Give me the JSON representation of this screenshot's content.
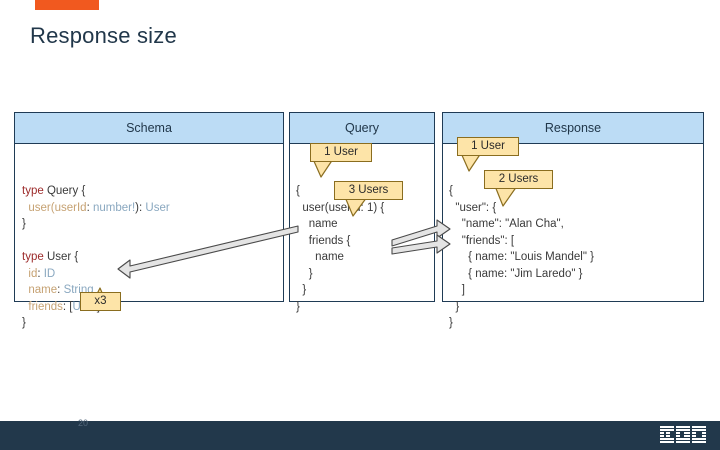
{
  "slide": {
    "title": "Response size",
    "page_number": "20",
    "logo": "ibm-logo",
    "accent_color": "#f1591f",
    "footer_color": "#22384b",
    "header_fill": "#bcdcf5",
    "callout_fill": "#fde4a8",
    "arrow_fill": "#e0e0e0"
  },
  "columns": [
    {
      "id": "schema",
      "header": "Schema",
      "lines": [
        [
          {
            "t": "type ",
            "c": "kw"
          },
          {
            "t": "Query {",
            "c": "pl"
          }
        ],
        [
          {
            "t": "  user",
            "c": "fld"
          },
          {
            "t": "(",
            "c": "fld"
          },
          {
            "t": "userId",
            "c": "fld"
          },
          {
            "t": ": ",
            "c": "pl"
          },
          {
            "t": "number!",
            "c": "typ"
          },
          {
            "t": "): ",
            "c": "pl"
          },
          {
            "t": "User",
            "c": "typ"
          }
        ],
        [
          {
            "t": "}",
            "c": "pl"
          }
        ],
        [
          {
            "t": " ",
            "c": "pl"
          }
        ],
        [
          {
            "t": "type ",
            "c": "kw"
          },
          {
            "t": "User {",
            "c": "pl"
          }
        ],
        [
          {
            "t": "  id",
            "c": "fld"
          },
          {
            "t": ": ",
            "c": "pl"
          },
          {
            "t": "ID",
            "c": "typ"
          }
        ],
        [
          {
            "t": "  name",
            "c": "fld"
          },
          {
            "t": ": ",
            "c": "pl"
          },
          {
            "t": "String",
            "c": "typ"
          }
        ],
        [
          {
            "t": "  friends",
            "c": "fld"
          },
          {
            "t": ": [",
            "c": "pl"
          },
          {
            "t": "User",
            "c": "typ"
          },
          {
            "t": "]",
            "c": "pl"
          }
        ],
        [
          {
            "t": "}",
            "c": "pl"
          }
        ]
      ]
    },
    {
      "id": "query",
      "header": "Query",
      "lines": [
        [
          {
            "t": "{",
            "c": "pl"
          }
        ],
        [
          {
            "t": "  user(userId: 1) {",
            "c": "pl"
          }
        ],
        [
          {
            "t": "    name",
            "c": "pl"
          }
        ],
        [
          {
            "t": "    friends {",
            "c": "pl"
          }
        ],
        [
          {
            "t": "      name",
            "c": "pl"
          }
        ],
        [
          {
            "t": "    }",
            "c": "pl"
          }
        ],
        [
          {
            "t": "  }",
            "c": "pl"
          }
        ],
        [
          {
            "t": "}",
            "c": "pl"
          }
        ]
      ]
    },
    {
      "id": "response",
      "header": "Response",
      "lines": [
        [
          {
            "t": "{",
            "c": "pl"
          }
        ],
        [
          {
            "t": "  \"user\": {",
            "c": "pl"
          }
        ],
        [
          {
            "t": "    \"name\": \"Alan Cha\",",
            "c": "pl"
          }
        ],
        [
          {
            "t": "    \"friends\": [",
            "c": "pl"
          }
        ],
        [
          {
            "t": "      { name: \"Louis Mandel\" }",
            "c": "pl"
          }
        ],
        [
          {
            "t": "      { name: \"Jim Laredo\" }",
            "c": "pl"
          }
        ],
        [
          {
            "t": "    ]",
            "c": "pl"
          }
        ],
        [
          {
            "t": "  }",
            "c": "pl"
          }
        ],
        [
          {
            "t": "}",
            "c": "pl"
          }
        ]
      ]
    }
  ],
  "callouts": [
    {
      "id": "schema-x3",
      "label": "x3"
    },
    {
      "id": "query-1-user",
      "label": "1 User"
    },
    {
      "id": "query-3-users",
      "label": "3 Users"
    },
    {
      "id": "response-1-user",
      "label": "1 User"
    },
    {
      "id": "response-2-users",
      "label": "2 Users"
    }
  ]
}
